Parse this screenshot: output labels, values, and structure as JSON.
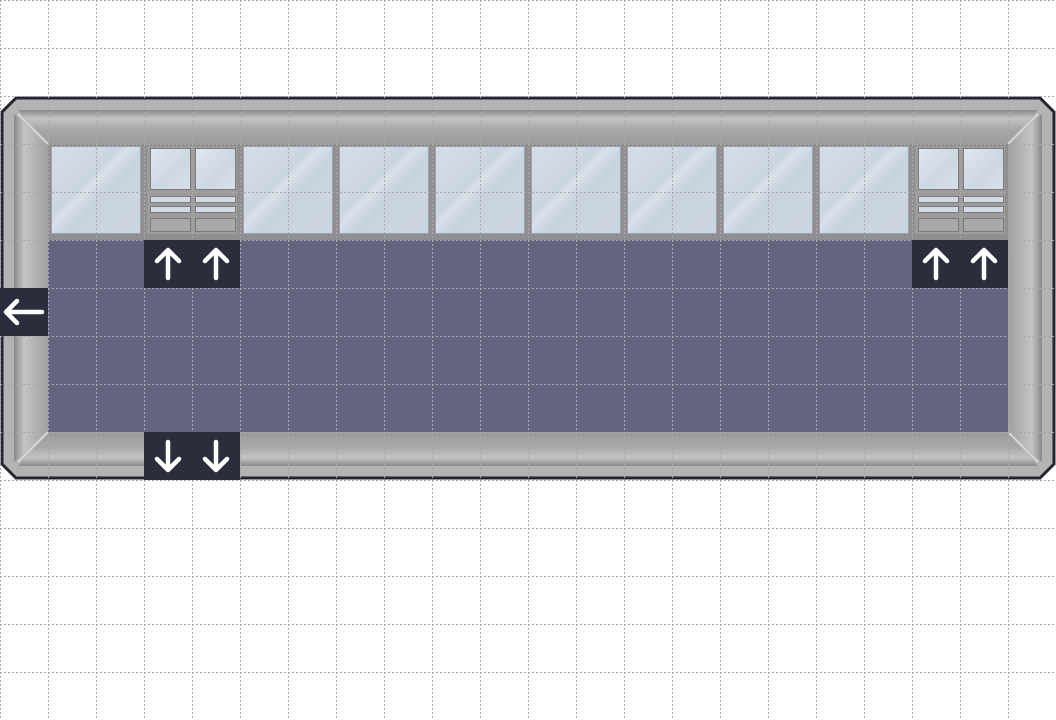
{
  "scene": {
    "type": "room-editor-tilemap",
    "grid": {
      "cell_size": 48,
      "line_color": "#a9a9a9",
      "background": "#ffffff"
    },
    "room": {
      "floor_color": "#636580",
      "wall_color": "#b3b3b3",
      "outline_color": "#23262f",
      "window_strip": [
        {
          "kind": "window"
        },
        {
          "kind": "door"
        },
        {
          "kind": "window"
        },
        {
          "kind": "window"
        },
        {
          "kind": "window"
        },
        {
          "kind": "window"
        },
        {
          "kind": "window"
        },
        {
          "kind": "window"
        },
        {
          "kind": "window"
        },
        {
          "kind": "door"
        }
      ]
    },
    "exits": [
      {
        "id": "north-1a",
        "direction": "up",
        "icon": "arrow-up-icon"
      },
      {
        "id": "north-1b",
        "direction": "up",
        "icon": "arrow-up-icon"
      },
      {
        "id": "north-2a",
        "direction": "up",
        "icon": "arrow-up-icon"
      },
      {
        "id": "north-2b",
        "direction": "up",
        "icon": "arrow-up-icon"
      },
      {
        "id": "west-1",
        "direction": "left",
        "icon": "arrow-left-icon"
      },
      {
        "id": "south-1a",
        "direction": "down",
        "icon": "arrow-down-icon"
      },
      {
        "id": "south-1b",
        "direction": "down",
        "icon": "arrow-down-icon"
      }
    ],
    "exit_tile_color": "#2a2d3b",
    "arrow_color": "#ffffff"
  }
}
